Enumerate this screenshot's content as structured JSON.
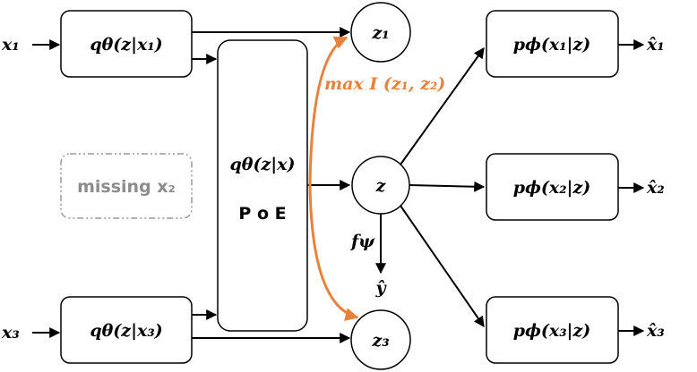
{
  "inputs": {
    "x1": "x₁",
    "x3": "x₃"
  },
  "encoders": {
    "q1": "qθ(z|x₁)",
    "q3": "qθ(z|x₃)",
    "poe_top": "qθ(z|x)",
    "poe_bottom": "P o E"
  },
  "missing": "missing x₂",
  "latents": {
    "z1": "z₁",
    "z": "z",
    "z3": "z₃"
  },
  "mutual_info": "max I (z₁, z₂)",
  "classifier": {
    "label": "fψ",
    "output": "ŷ"
  },
  "decoders": {
    "p1": "pϕ(x₁|z)",
    "p2": "pϕ(x₂|z)",
    "p3": "pϕ(x₃|z)"
  },
  "outputs": {
    "o1": "x̂₁",
    "o2": "x̂₂",
    "o3": "x̂₃"
  },
  "colors": {
    "accent": "#e8813a",
    "muted": "#8c8c8c"
  }
}
